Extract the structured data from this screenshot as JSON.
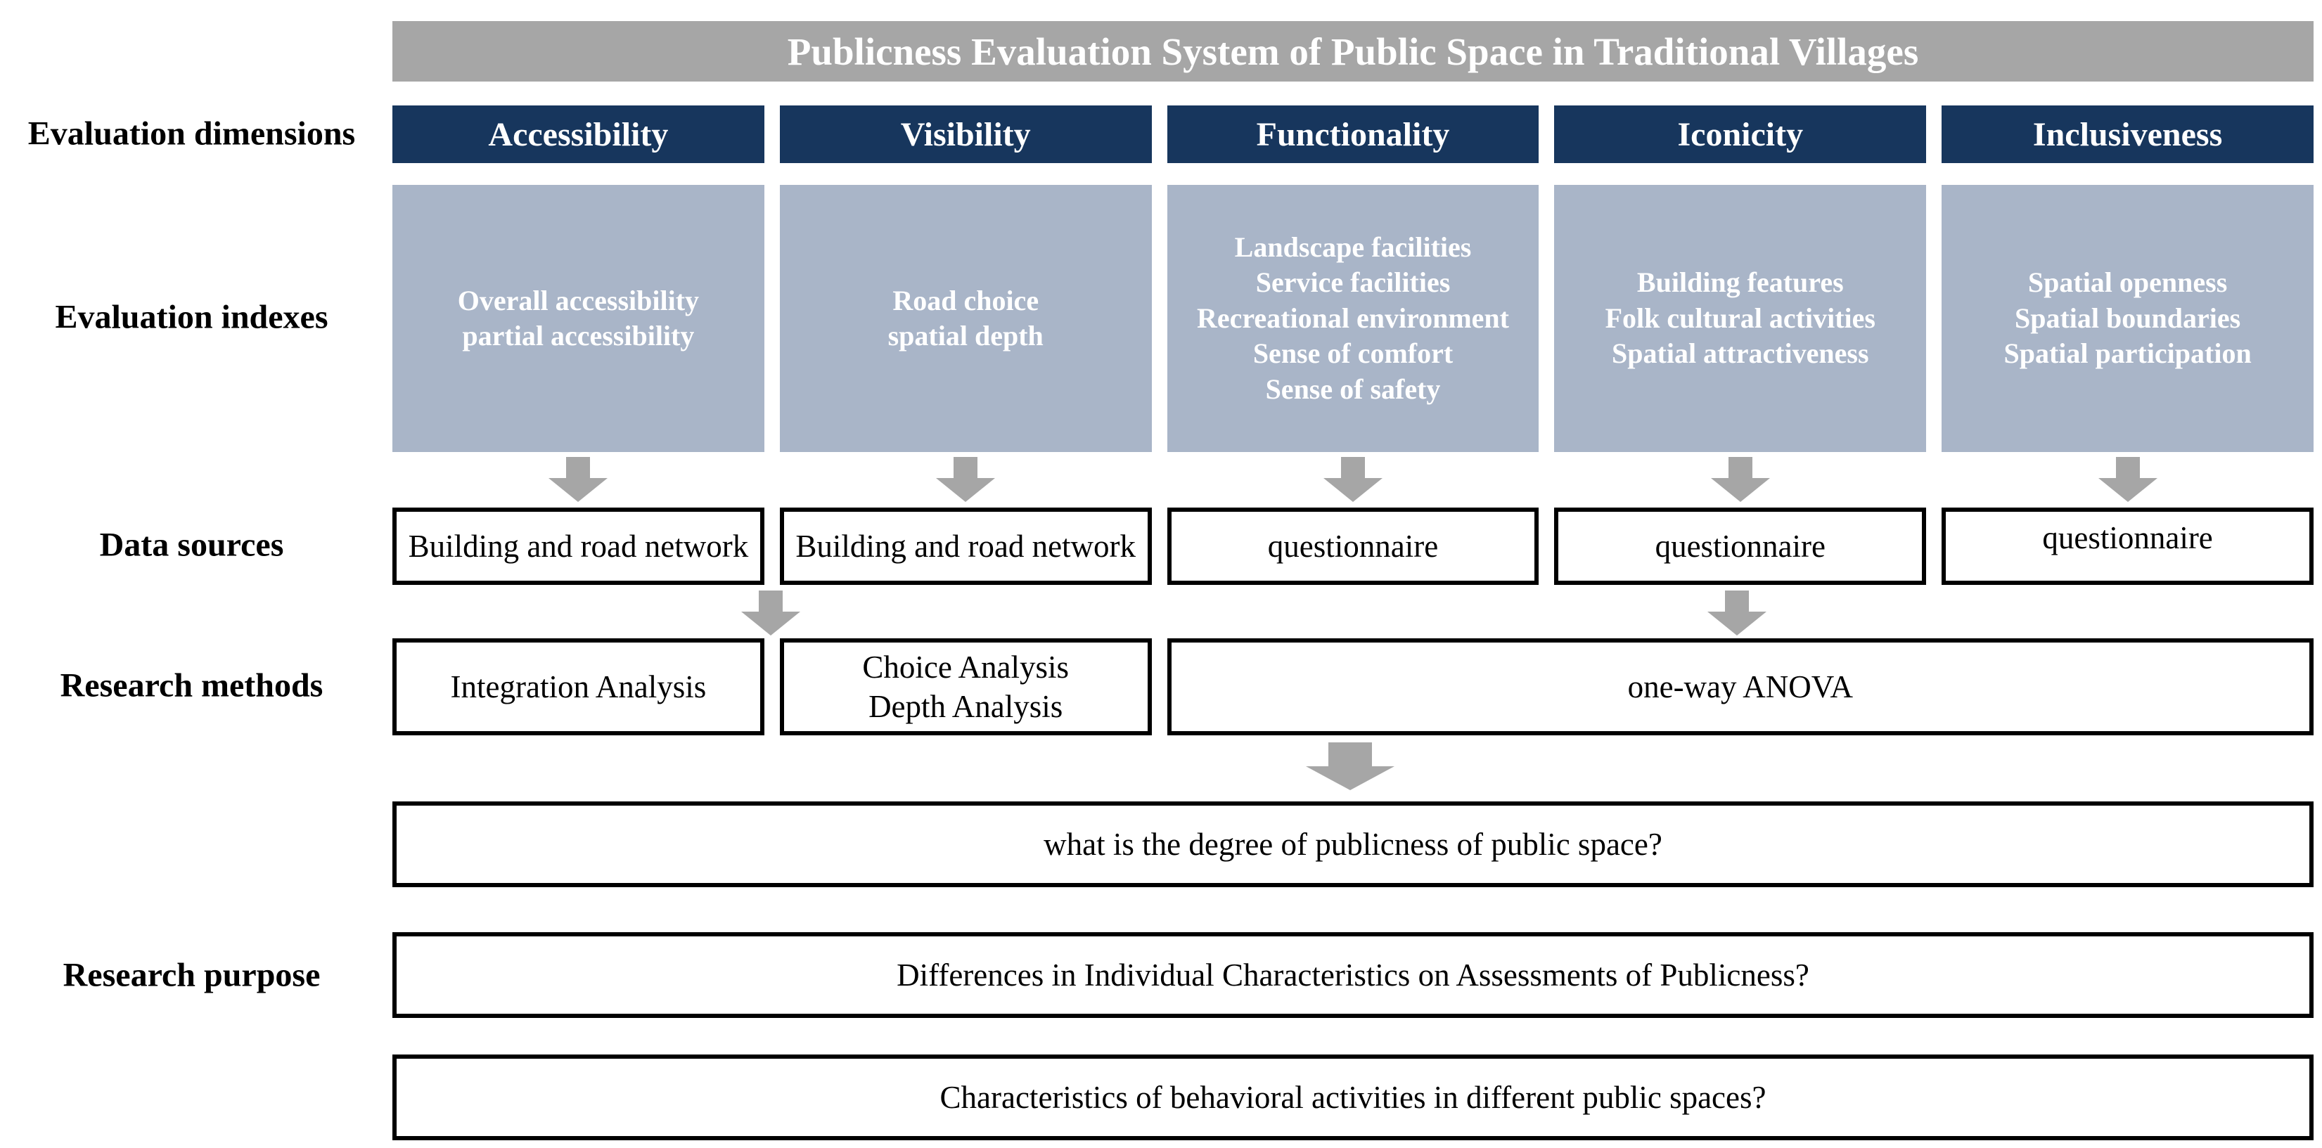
{
  "title": "Publicness Evaluation System of Public Space in Traditional Villages",
  "row_labels": {
    "dimensions": "Evaluation dimensions",
    "indexes": "Evaluation indexes",
    "data_sources": "Data sources",
    "methods": "Research methods",
    "purpose": "Research purpose"
  },
  "columns": [
    {
      "dimension": "Accessibility",
      "indexes": [
        "Overall accessibility",
        "partial accessibility"
      ],
      "data_source": "Building and road network"
    },
    {
      "dimension": "Visibility",
      "indexes": [
        "Road choice",
        "spatial depth"
      ],
      "data_source": "Building and road network"
    },
    {
      "dimension": "Functionality",
      "indexes": [
        "Landscape facilities",
        "Service facilities",
        "Recreational environment",
        "Sense of comfort",
        "Sense of safety"
      ],
      "data_source": "questionnaire"
    },
    {
      "dimension": "Iconicity",
      "indexes": [
        "Building features",
        "Folk cultural activities",
        "Spatial attractiveness"
      ],
      "data_source": "questionnaire"
    },
    {
      "dimension": "Inclusiveness",
      "indexes": [
        "Spatial openness",
        "Spatial boundaries",
        "Spatial participation"
      ],
      "data_source": "questionnaire"
    }
  ],
  "methods": {
    "integration": "Integration Analysis",
    "choice_depth": [
      "Choice Analysis",
      "Depth Analysis"
    ],
    "anova": "one-way ANOVA"
  },
  "purposes": [
    "what is the degree of publicness of public space?",
    "Differences in Individual Characteristics on Assessments of Publicness?",
    "Characteristics of behavioral activities in different public spaces?"
  ],
  "colors": {
    "title_bar": "#a6a6a6",
    "dimension_header": "#17365d",
    "index_box": "#a9b5c8",
    "arrow": "#a6a6a6"
  }
}
